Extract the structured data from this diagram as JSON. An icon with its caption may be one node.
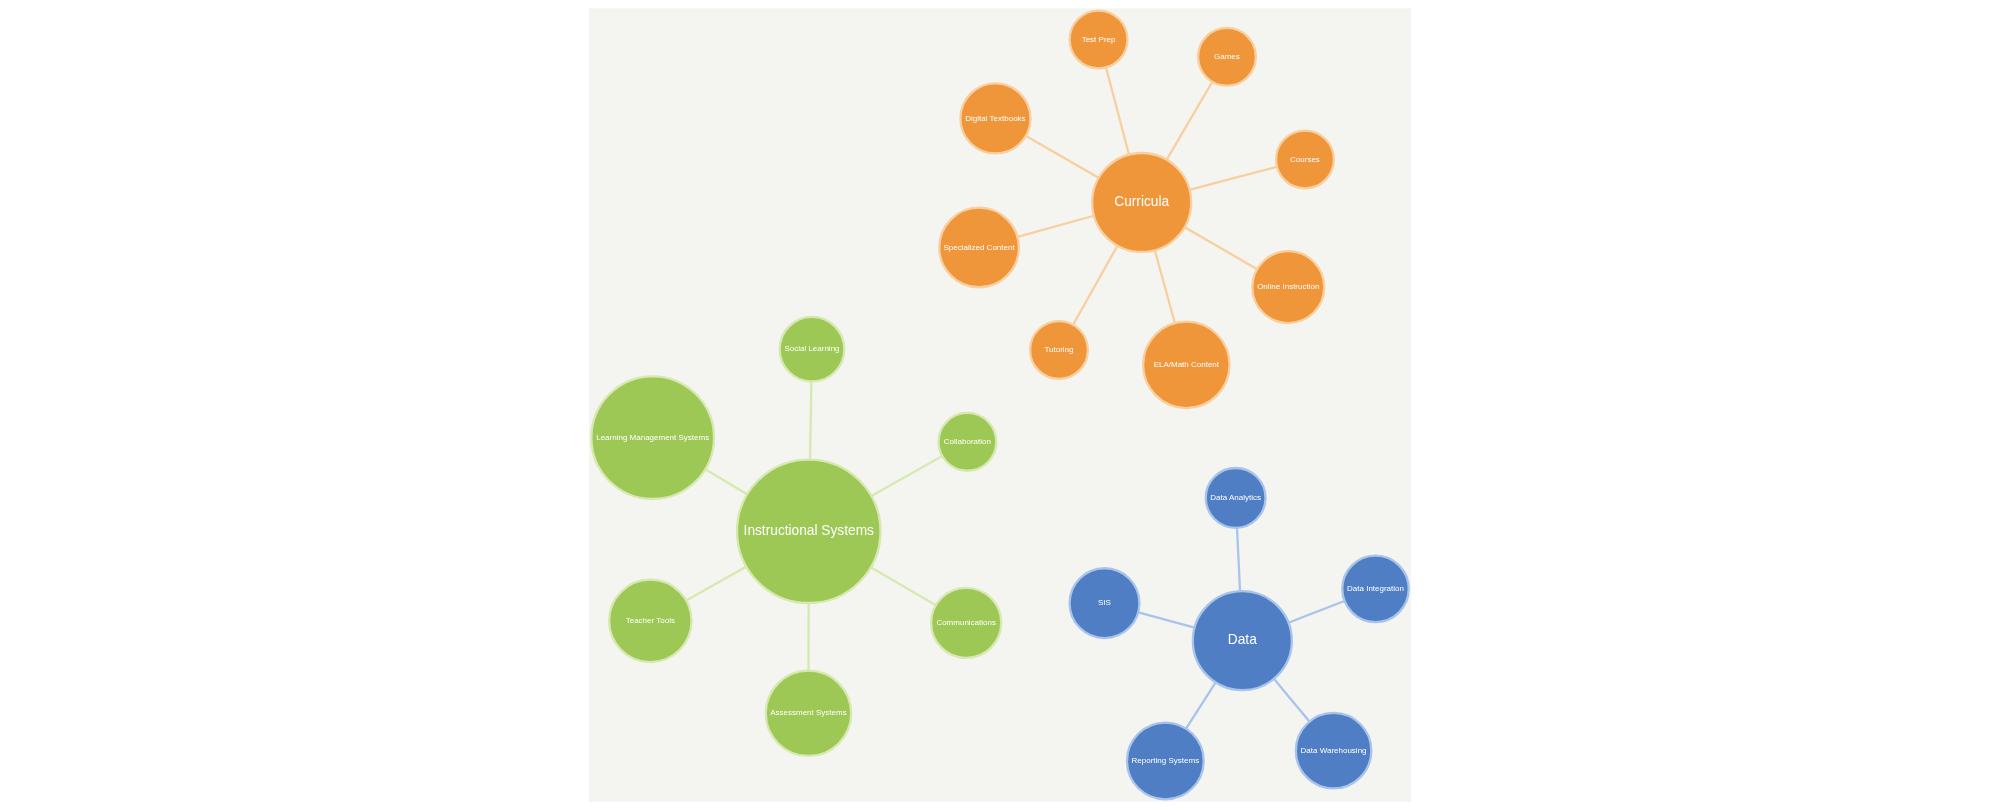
{
  "diagram": {
    "nodes": [
      {
        "text": [
          "Instructional Systems"
        ]
      },
      {
        "text": [
          "Communications"
        ]
      },
      {
        "text": [
          "Assessment Systems"
        ]
      },
      {
        "text": [
          "Learning Management Systems"
        ]
      },
      {
        "text": [
          "Collaboration"
        ]
      },
      {
        "text": [
          "Social Learning"
        ]
      },
      {
        "text": [
          "Teacher Tools"
        ]
      },
      {
        "text": [
          "Curricula"
        ]
      },
      {
        "text": [
          "Courses"
        ]
      },
      {
        "text": [
          "Tutoring"
        ]
      },
      {
        "text": [
          "Digital Textbooks"
        ]
      },
      {
        "text": [
          "Games"
        ]
      },
      {
        "text": [
          "Test Prep"
        ]
      },
      {
        "text": [
          "Specialized Content"
        ]
      },
      {
        "text": [
          "Online Instruction"
        ]
      },
      {
        "text": [
          "ELA/Math Content"
        ]
      },
      {
        "text": [
          "Data"
        ]
      },
      {
        "text": [
          "Data Warehousing"
        ]
      },
      {
        "text": [
          "Reporting Systems"
        ]
      },
      {
        "text": [
          "SIS"
        ]
      },
      {
        "text": [
          "Data Integration"
        ]
      },
      {
        "text": [
          "Data Analytics"
        ]
      }
    ],
    "edges": [
      {
        "from": 0,
        "to": 1,
        "arrow": "none"
      },
      {
        "from": 0,
        "to": 2,
        "arrow": "none"
      },
      {
        "from": 0,
        "to": 3,
        "arrow": "none"
      },
      {
        "from": 0,
        "to": 4,
        "arrow": "none"
      },
      {
        "from": 0,
        "to": 5,
        "arrow": "none"
      },
      {
        "from": 0,
        "to": 6,
        "arrow": "none"
      },
      {
        "from": 7,
        "to": 8,
        "arrow": "none"
      },
      {
        "from": 7,
        "to": 9,
        "arrow": "none"
      },
      {
        "from": 7,
        "to": 10,
        "arrow": "none"
      },
      {
        "from": 7,
        "to": 11,
        "arrow": "none"
      },
      {
        "from": 7,
        "to": 12,
        "arrow": "none"
      },
      {
        "from": 7,
        "to": 13,
        "arrow": "none"
      },
      {
        "from": 7,
        "to": 14,
        "arrow": "none"
      },
      {
        "from": 7,
        "to": 15,
        "arrow": "none"
      },
      {
        "from": 16,
        "to": 17,
        "arrow": "none"
      },
      {
        "from": 16,
        "to": 18,
        "arrow": "none"
      },
      {
        "from": 16,
        "to": 19,
        "arrow": "none"
      },
      {
        "from": 16,
        "to": 20,
        "arrow": "none"
      },
      {
        "from": 16,
        "to": 21,
        "arrow": "none"
      }
    ]
  }
}
